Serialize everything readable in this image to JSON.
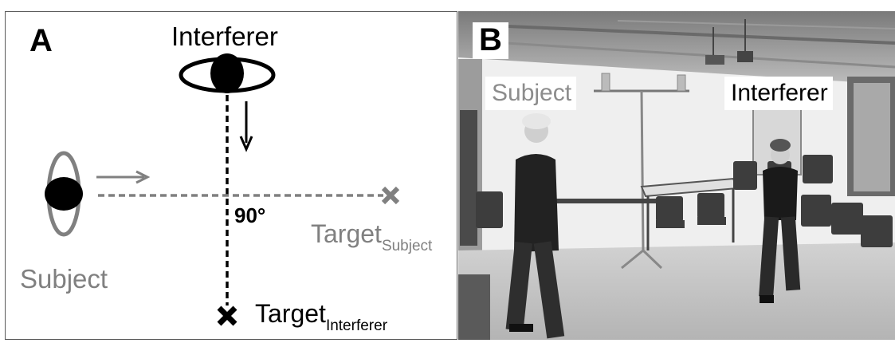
{
  "panel_a": {
    "letter": "A",
    "interferer_label": "Interferer",
    "subject_label": "Subject",
    "angle_label": "90°",
    "target_subject": {
      "main": "Target",
      "sub": "Subject"
    },
    "target_interferer": {
      "main": "Target",
      "sub": "Interferer"
    }
  },
  "panel_b": {
    "letter": "B",
    "subject_label": "Subject",
    "interferer_label": "Interferer"
  }
}
